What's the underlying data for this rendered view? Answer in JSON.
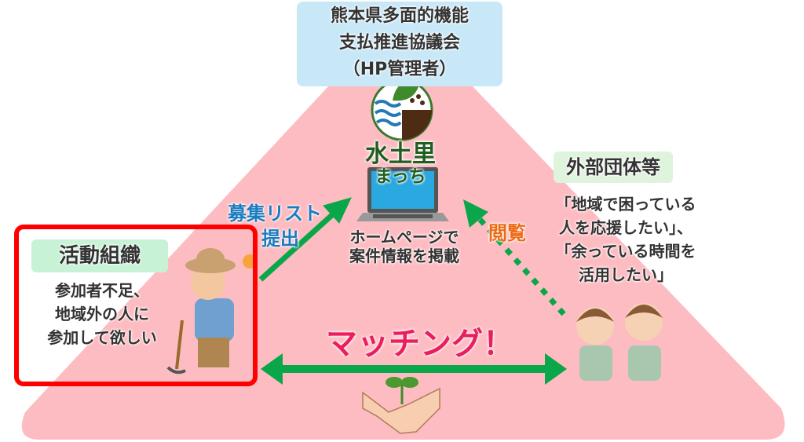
{
  "admin": {
    "lines": [
      "熊本県多面的機能",
      "支払推進協議会",
      "（HP管理者）"
    ]
  },
  "logo": {
    "name_line1": "水土里",
    "name_line2": "まっち"
  },
  "submit_label": {
    "line1": "募集リスト",
    "line2": "提出"
  },
  "homepage_text": {
    "line1": "ホームページで",
    "line2": "案件情報を掲載"
  },
  "browse_label": "閲覧",
  "external": {
    "title": "外部団体等",
    "lines": [
      "「地域で困っている",
      "人を応援したい」、",
      "「余っている時間を",
      "活用したい」"
    ]
  },
  "organization": {
    "title": "活動組織",
    "lines": [
      "参加者不足、",
      "地域外の人に",
      "参加して欲しい"
    ]
  },
  "matching_label": "マッチング！",
  "colors": {
    "triangle": "#fdbcc2",
    "arrow": "#0aa64a",
    "highlight": "#ff0000",
    "matching": "#ea1d5d"
  }
}
